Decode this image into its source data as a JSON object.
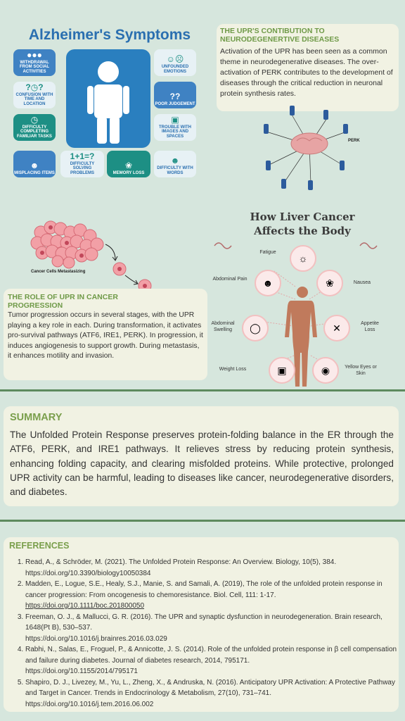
{
  "alzheimer": {
    "title": "Alzheimer's Symptoms",
    "tiles": [
      "WITHDRAWAL FROM SOCIAL ACTIVITIES",
      "CONFUSION WITH TIME AND LOCATION",
      "DIFFICULTY COMPLETING FAMILIAR TASKS",
      "MISPLACING ITEMS",
      "DIFFICULTY SOLVING PROBLEMS",
      "MEMORY LOSS",
      "UNFOUNDED EMOTIONS",
      "POOR JUDGEMENT",
      "TROUBLE WITH IMAGES AND SPACES",
      "DIFFICULTY WITH WORDS"
    ],
    "icons": [
      "people-icon",
      "question-marks-icon",
      "clock-icon",
      "thinking-icon",
      "math-icon",
      "brain-icon",
      "emotion-faces-icon",
      "questions-head-icon",
      "image-icon",
      "speaking-head-icon"
    ]
  },
  "upr_neuro": {
    "title": "THE UPR'S CONTIBUTION TO NEURODEGENERTIVE DISEASES",
    "body": "Activation of the UPR has been seen as a common theme in neurodegenerative diseases. The over-activation of PERK contributes to the development of diseases through the critical reduction in neuronal protein synthesis rates.",
    "diagram_label": "PERK"
  },
  "cancer": {
    "caption": "Cancer Cells Metastasizing",
    "title": "THE ROLE OF UPR IN CANCER PROGRESSION",
    "body": "Tumor progression occurs in several stages, with the UPR playing a key role in each. During transformation, it activates pro-survival pathways (ATF6, IRE1, PERK). In progression, it induces angiogenesis to support growth. During metastasis, it enhances motility and invasion."
  },
  "liver": {
    "title": "How Liver Cancer Affects the Body",
    "symptoms": [
      "Fatigue",
      "Abdominal Pain",
      "Nausea",
      "Abdominal Swelling",
      "Appetite Loss",
      "Weight Loss",
      "Yellow Eyes or Skin"
    ]
  },
  "summary": {
    "title": "SUMMARY",
    "text": "The Unfolded Protein Response preserves protein-folding balance in the ER through the ATF6, PERK, and IRE1 pathways. It relieves stress by reducing protein synthesis, enhancing folding capacity, and clearing misfolded proteins. While protective, prolonged UPR activity can be harmful, leading to diseases like cancer, neurodegenerative disorders, and diabetes."
  },
  "references": {
    "title": "REFERENCES",
    "items": [
      {
        "text": "Read, A., & Schröder, M. (2021). The Unfolded Protein Response: An Overview. Biology, 10(5), 384.",
        "link": "https://doi.org/10.3390/biology10050384"
      },
      {
        "text": "Madden, E., Logue, S.E., Healy, S.J., Manie, S. and Samali, A. (2019), The role of the unfolded protein response in cancer progression: From oncogenesis to chemoresistance. Biol. Cell, 111: 1-17.",
        "link": "https://doi.org/10.1111/boc.201800050"
      },
      {
        "text": "Freeman, O. J., & Mallucci, G. R. (2016). The UPR and synaptic dysfunction in neurodegeneration. Brain research, 1648(Pt B), 530–537.",
        "link": "https://doi.org/10.1016/j.brainres.2016.03.029"
      },
      {
        "text": "Rabhi, N., Salas, E., Froguel, P., & Annicotte, J. S. (2014). Role of the unfolded protein response in β cell compensation and failure during diabetes. Journal of diabetes research, 2014, 795171.",
        "link": "https://doi.org/10.1155/2014/795171"
      },
      {
        "text": "Shapiro, D. J., Livezey, M., Yu, L., Zheng, X., & Andruska, N. (2016). Anticipatory UPR Activation: A Protective Pathway and Target in Cancer. Trends in Endocrinology & Metabolism, 27(10), 731–741.",
        "link": "https://doi.org/10.1016/j.tem.2016.06.002"
      }
    ]
  },
  "colors": {
    "background": "#d6e6dd",
    "card": "#f1f2e3",
    "heading": "#7a9f4c",
    "divider": "#5d8a5e",
    "alz_blue": "#2a6fb0",
    "alz_teal": "#1d8f84"
  }
}
